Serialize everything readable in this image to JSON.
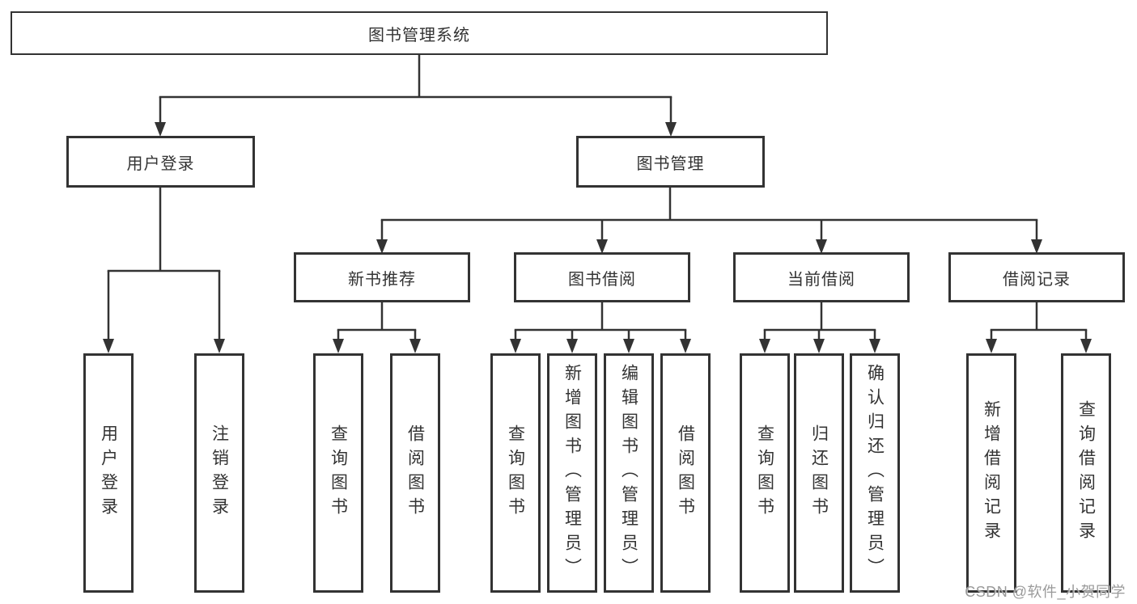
{
  "tree": {
    "root": {
      "label": "图书管理系统"
    },
    "branches": [
      {
        "label": "用户登录",
        "children": [
          {
            "label": "用户登录"
          },
          {
            "label": "注销登录"
          }
        ]
      },
      {
        "label": "图书管理",
        "sections": [
          {
            "label": "新书推荐",
            "children": [
              {
                "label": "查询图书"
              },
              {
                "label": "借阅图书"
              }
            ]
          },
          {
            "label": "图书借阅",
            "children": [
              {
                "label": "查询图书"
              },
              {
                "label": "新增图书（管理员）"
              },
              {
                "label": "编辑图书（管理员）"
              },
              {
                "label": "借阅图书"
              }
            ]
          },
          {
            "label": "当前借阅",
            "children": [
              {
                "label": "查询图书"
              },
              {
                "label": "归还图书"
              },
              {
                "label": "确认归还（管理员）"
              }
            ]
          },
          {
            "label": "借阅记录",
            "children": [
              {
                "label": "新增借阅记录"
              },
              {
                "label": "查询借阅记录"
              }
            ]
          }
        ]
      }
    ]
  },
  "watermark": {
    "text": "CSDN @软件_小贺同学"
  },
  "colors": {
    "line": "#333333",
    "text": "#333333",
    "box_bg": "#ffffff",
    "page_bg": "#ffffff",
    "watermark": "#9a9a9a"
  }
}
